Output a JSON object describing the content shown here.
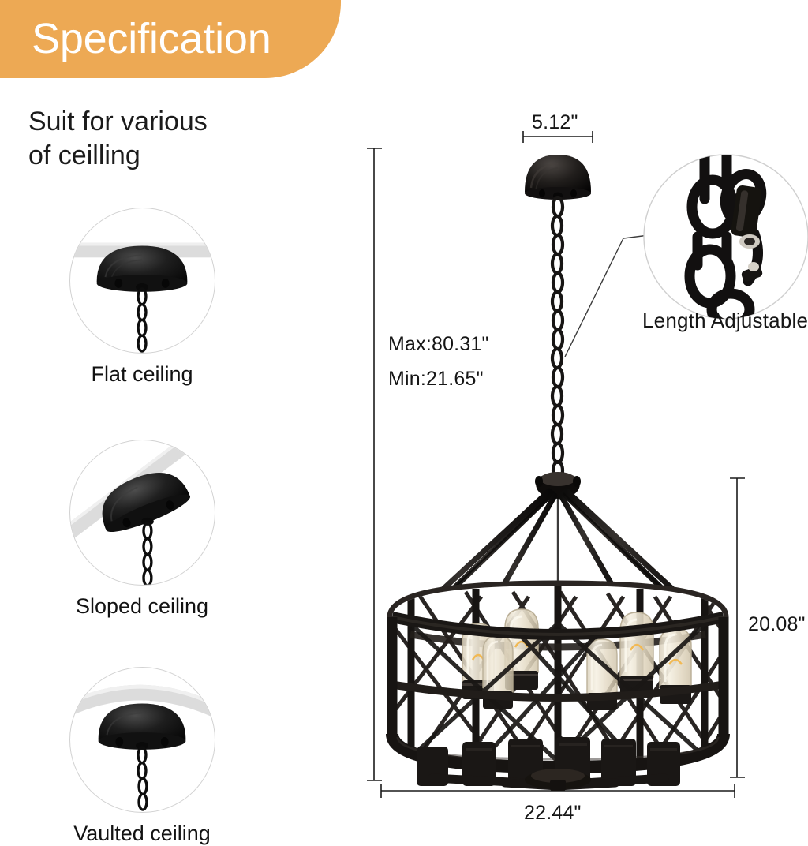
{
  "banner": {
    "title": "Specification",
    "color": "#eda954"
  },
  "left_panel": {
    "heading": "Suit for various\nof ceilling",
    "cards": [
      {
        "label": "Flat ceiling",
        "icon": "flat-ceiling-canopy-icon"
      },
      {
        "label": "Sloped ceiling",
        "icon": "sloped-ceiling-canopy-icon"
      },
      {
        "label": "Vaulted ceiling",
        "icon": "vaulted-ceiling-canopy-icon"
      }
    ]
  },
  "product": {
    "name": "black-drum-cage-chandelier",
    "bulb_count": 6,
    "finish_color": "#1d1b1a",
    "glass_color": "#e7dcc4",
    "filament_color": "#f3c26a"
  },
  "dimensions": {
    "canopy_width": "5.12\"",
    "drop_range": "Max:80.31\"\nMin:21.65\"",
    "drop_max": "Max:80.31\"",
    "drop_min": "Min:21.65\"",
    "fixture_height": "20.08\"",
    "fixture_width": "22.44\""
  },
  "callout": {
    "label": "Length Adjustable",
    "icon": "chain-link-magnifier-icon"
  }
}
